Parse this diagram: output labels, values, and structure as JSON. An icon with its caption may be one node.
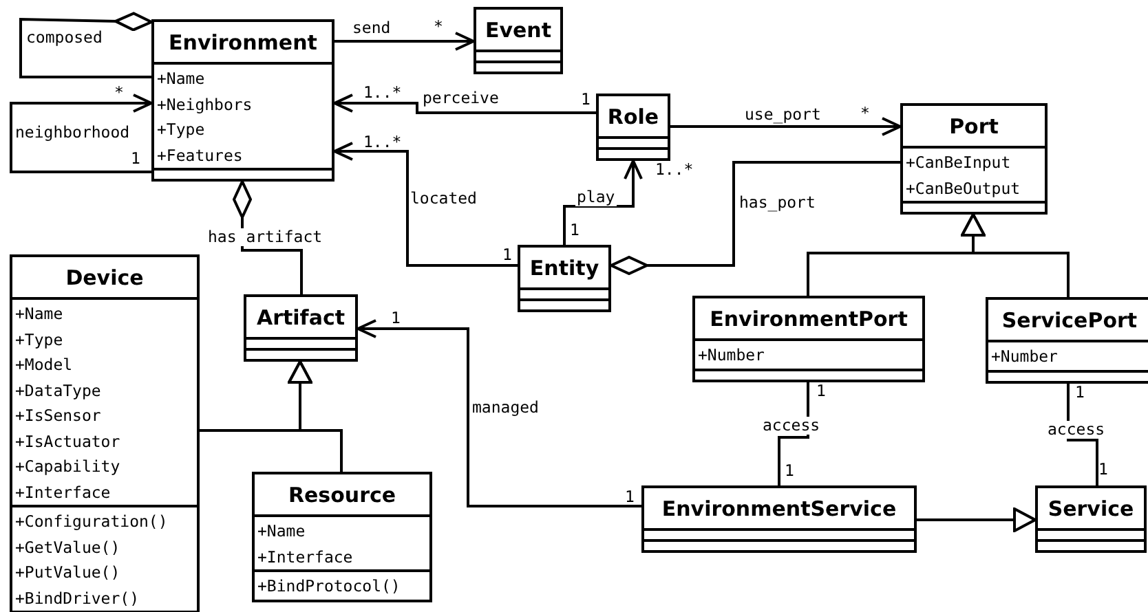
{
  "diagram": {
    "nodes": [
      {
        "text": [
          "Environment",
          "+Name +Neighbors +Type +Features"
        ]
      },
      {
        "text": [
          "Event"
        ]
      },
      {
        "text": [
          "Role"
        ]
      },
      {
        "text": [
          "Port",
          "+CanBeInput +CanBeOutput"
        ]
      },
      {
        "text": [
          "Entity"
        ]
      },
      {
        "text": [
          "Device",
          "+Name +Type +Model +DataType +IsSensor +IsActuator +Capability +Interface",
          "+Configuration() +GetValue() +PutValue() +BindDriver()"
        ]
      },
      {
        "text": [
          "Artifact"
        ]
      },
      {
        "text": [
          "EnvironmentPort",
          "+Number"
        ]
      },
      {
        "text": [
          "ServicePort",
          "+Number"
        ]
      },
      {
        "text": [
          "Resource",
          "+Name +Interface",
          "+BindProtocol()"
        ]
      },
      {
        "text": [
          "EnvironmentService"
        ]
      },
      {
        "text": [
          "Service"
        ]
      }
    ],
    "edges": [
      {
        "from": 0,
        "to": 0,
        "arrow": "other",
        "label": "composed"
      },
      {
        "from": 0,
        "to": 0,
        "arrow": "to",
        "label": "neighborhood"
      },
      {
        "from": 0,
        "to": 1,
        "arrow": "to",
        "label": "send"
      },
      {
        "from": 2,
        "to": 0,
        "arrow": "to",
        "label": "perceive"
      },
      {
        "from": 4,
        "to": 0,
        "arrow": "to",
        "label": "located"
      },
      {
        "from": 6,
        "to": 0,
        "arrow": "other",
        "label": "has artifact"
      },
      {
        "from": 4,
        "to": 2,
        "arrow": "to",
        "label": "play"
      },
      {
        "from": 2,
        "to": 3,
        "arrow": "to",
        "label": "use_port"
      },
      {
        "from": 3,
        "to": 4,
        "arrow": "other",
        "label": "has_port"
      },
      {
        "from": 7,
        "to": 3,
        "arrow": "to"
      },
      {
        "from": 8,
        "to": 3,
        "arrow": "to"
      },
      {
        "from": 5,
        "to": 6,
        "arrow": "to"
      },
      {
        "from": 9,
        "to": 6,
        "arrow": "to"
      },
      {
        "from": 10,
        "to": 6,
        "arrow": "to",
        "label": "managed"
      },
      {
        "from": 7,
        "to": 10,
        "arrow": "none",
        "label": "access"
      },
      {
        "from": 8,
        "to": 11,
        "arrow": "none",
        "label": "access"
      },
      {
        "from": 10,
        "to": 11,
        "arrow": "to"
      }
    ],
    "labels": [
      "*",
      "1..*",
      "1",
      "*",
      "*",
      "1..*",
      "1",
      "1..*",
      "1",
      "1",
      "1",
      "1",
      "1",
      "1",
      "1",
      "1"
    ]
  }
}
